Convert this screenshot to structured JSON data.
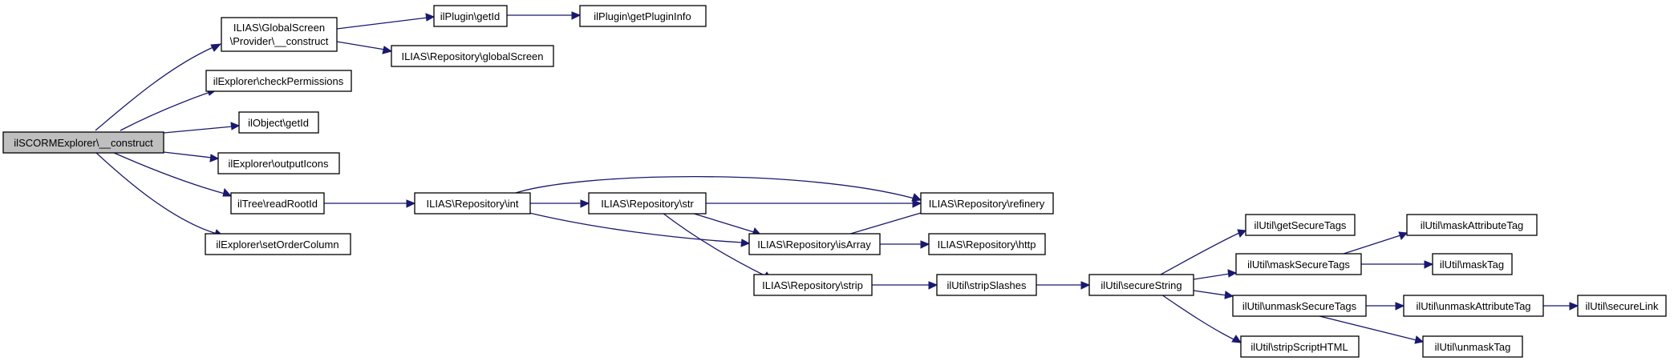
{
  "graph": {
    "colors": {
      "root_fill": "#bfbfbf",
      "node_fill": "#ffffff",
      "node_border": "#000000",
      "edge": "#191970"
    },
    "nodes": {
      "root": "ilSCORMExplorer\\__construct",
      "gs_provider_line1": "ILIAS\\GlobalScreen",
      "gs_provider_line2": "\\Provider\\__construct",
      "plugin_getid": "ilPlugin\\getId",
      "plugin_getplugininfo": "ilPlugin\\getPluginInfo",
      "repo_globalscreen": "ILIAS\\Repository\\globalScreen",
      "explorer_checkpermissions": "ilExplorer\\checkPermissions",
      "object_getid": "ilObject\\getId",
      "explorer_outputicons": "ilExplorer\\outputIcons",
      "tree_readrootid": "ilTree\\readRootId",
      "explorer_setordercolumn": "ilExplorer\\setOrderColumn",
      "repo_int": "ILIAS\\Repository\\int",
      "repo_str": "ILIAS\\Repository\\str",
      "repo_refinery": "ILIAS\\Repository\\refinery",
      "repo_isarray": "ILIAS\\Repository\\isArray",
      "repo_http": "ILIAS\\Repository\\http",
      "repo_strip": "ILIAS\\Repository\\strip",
      "util_stripslashes": "ilUtil\\stripSlashes",
      "util_securestring": "ilUtil\\secureString",
      "util_getsecuretags": "ilUtil\\getSecureTags",
      "util_masksecuretags": "ilUtil\\maskSecureTags",
      "util_unmasksecuretags": "ilUtil\\unmaskSecureTags",
      "util_stripscripthtml": "ilUtil\\stripScriptHTML",
      "util_maskattributetag": "ilUtil\\maskAttributeTag",
      "util_masktag": "ilUtil\\maskTag",
      "util_unmaskattributetag": "ilUtil\\unmaskAttributeTag",
      "util_unmasktag": "ilUtil\\unmaskTag",
      "util_securelink": "ilUtil\\secureLink"
    }
  }
}
